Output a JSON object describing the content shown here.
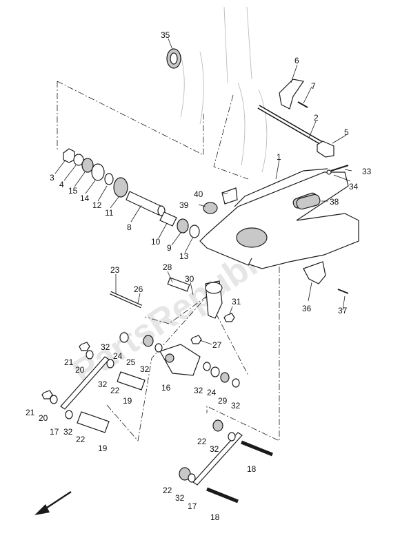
{
  "watermark": "PartsRepublik",
  "part_numbers": [
    "35",
    "6",
    "7",
    "2",
    "5",
    "1",
    "33",
    "34",
    "3",
    "4",
    "15",
    "14",
    "12",
    "11",
    "8",
    "40",
    "39",
    "38",
    "10",
    "9",
    "13",
    "23",
    "28",
    "30",
    "26",
    "31",
    "27",
    "36",
    "37",
    "32",
    "24",
    "25",
    "21",
    "20",
    "16",
    "22",
    "19",
    "29",
    "17",
    "18"
  ],
  "direction_arrow": "arrow-down-left-icon"
}
